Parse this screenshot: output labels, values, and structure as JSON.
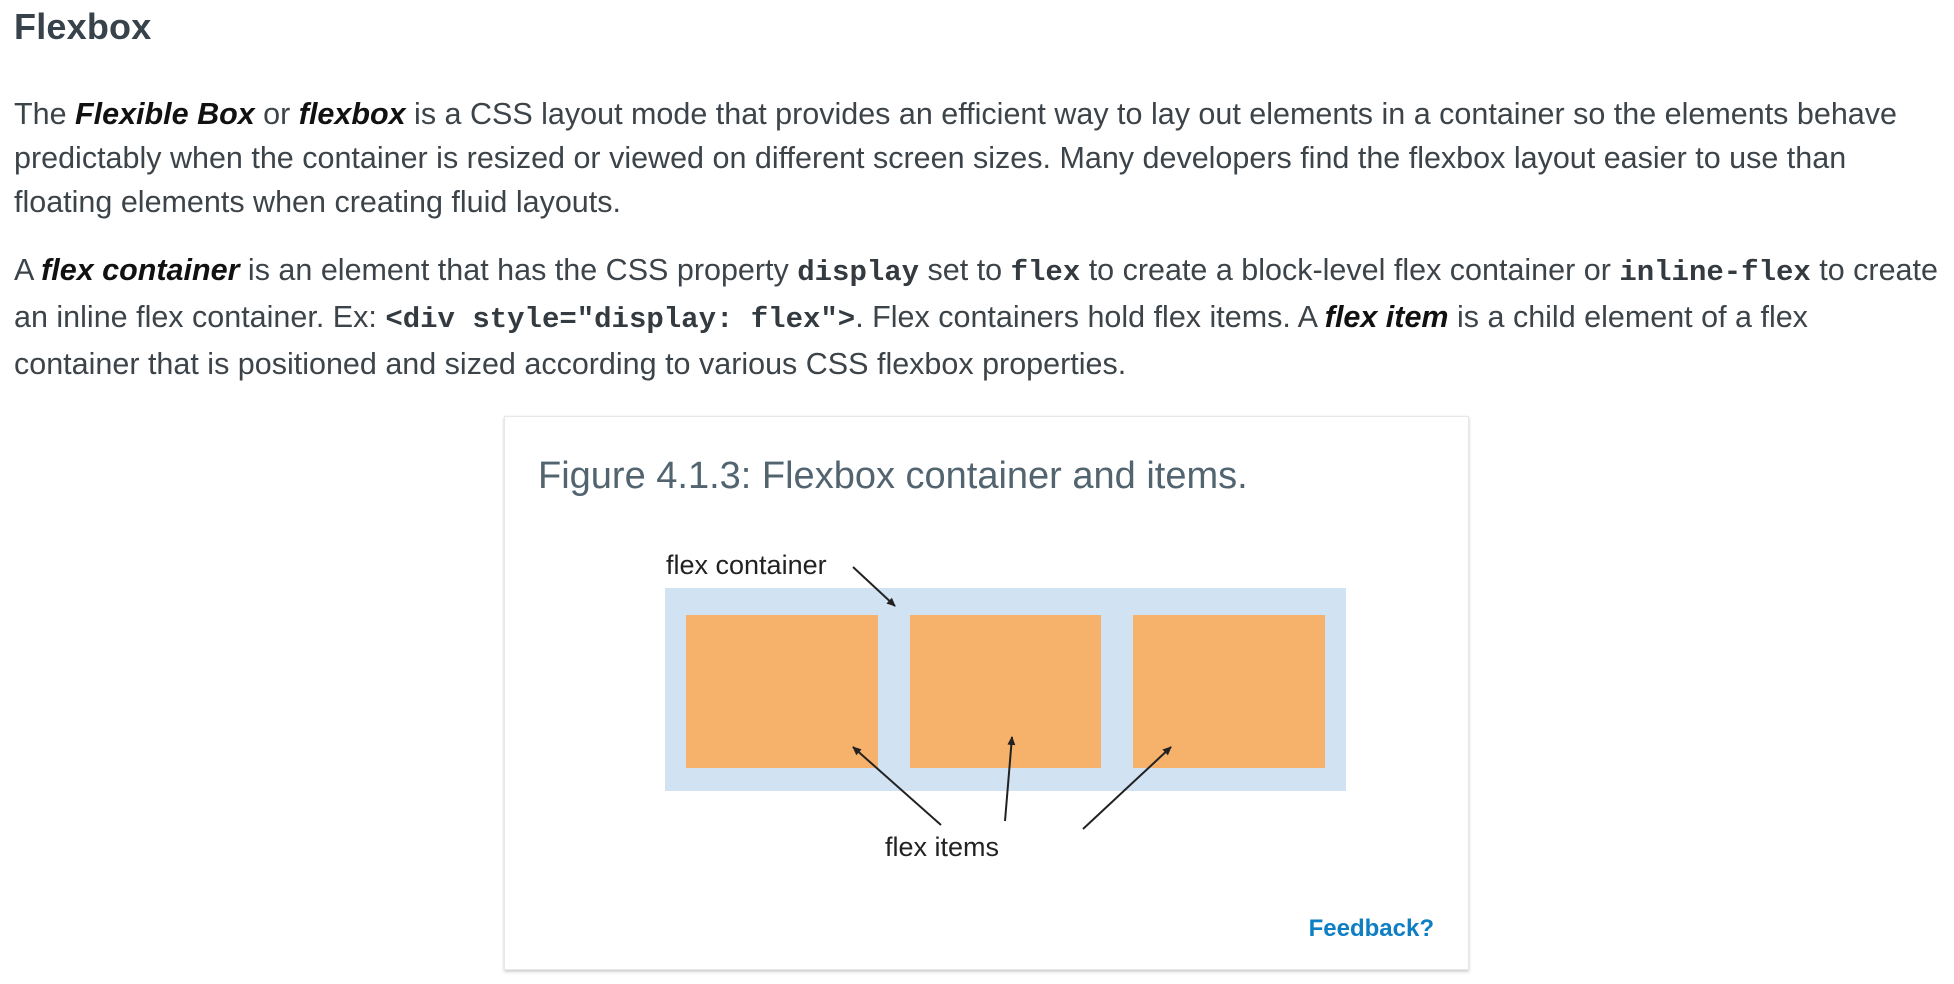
{
  "section": {
    "heading": "Flexbox"
  },
  "paragraph1": {
    "t1": "The ",
    "term1": "Flexible Box",
    "t2": " or ",
    "term2": "flexbox",
    "t3": " is a CSS layout mode that provides an efficient way to lay out elements in a container so the elements behave predictably when the container is resized or viewed on different screen sizes. Many developers find the flexbox layout easier to use than floating elements when creating fluid layouts."
  },
  "paragraph2": {
    "t1": "A ",
    "term1": "flex container",
    "t2": " is an element that has the CSS property ",
    "code1": "display",
    "t3": " set to ",
    "code2": "flex",
    "t4": " to create a block-level flex container or ",
    "code3": "inline-flex",
    "t5": " to create an inline flex container. Ex: ",
    "code4": "<div style=\"display: flex\">",
    "t6": ". Flex containers hold flex items. A ",
    "term2": "flex item",
    "t7": " is a child element of a flex container that is positioned and sized according to various CSS flexbox properties."
  },
  "figure": {
    "caption": "Figure 4.1.3: Flexbox container and items.",
    "diagram": {
      "container_label": "flex container",
      "items_label": "flex items",
      "item_count": 3,
      "container_color": "#d1e2f3",
      "item_color": "#f6b26b",
      "arrow_color": "#222222"
    },
    "feedback_label": "Feedback?"
  }
}
